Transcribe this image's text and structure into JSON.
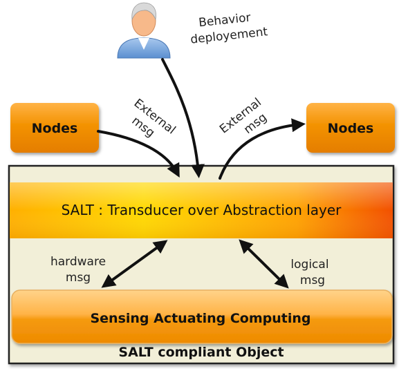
{
  "labels": {
    "behavior_line1": "Behavior",
    "behavior_line2": "deployement",
    "external_left_line1": "External",
    "external_left_line2": "msg",
    "external_right_line1": "External",
    "external_right_line2": "msg",
    "hardware_line1": "hardware",
    "hardware_line2": "msg",
    "logical_line1": "logical",
    "logical_line2": "msg"
  },
  "boxes": {
    "nodes_left": "Nodes",
    "nodes_right": "Nodes",
    "salt_layer": "SALT : Transducer over Abstraction layer",
    "sensing": "Sensing Actuating Computing",
    "compliant_object": "SALT compliant Object"
  },
  "icons": {
    "user": "user-icon"
  },
  "colors": {
    "node_orange": "#f08a00",
    "object_background": "#f2efd8",
    "salt_gradient_start": "#ffd500",
    "salt_gradient_end": "#f45a00",
    "arrow": "#111111"
  }
}
